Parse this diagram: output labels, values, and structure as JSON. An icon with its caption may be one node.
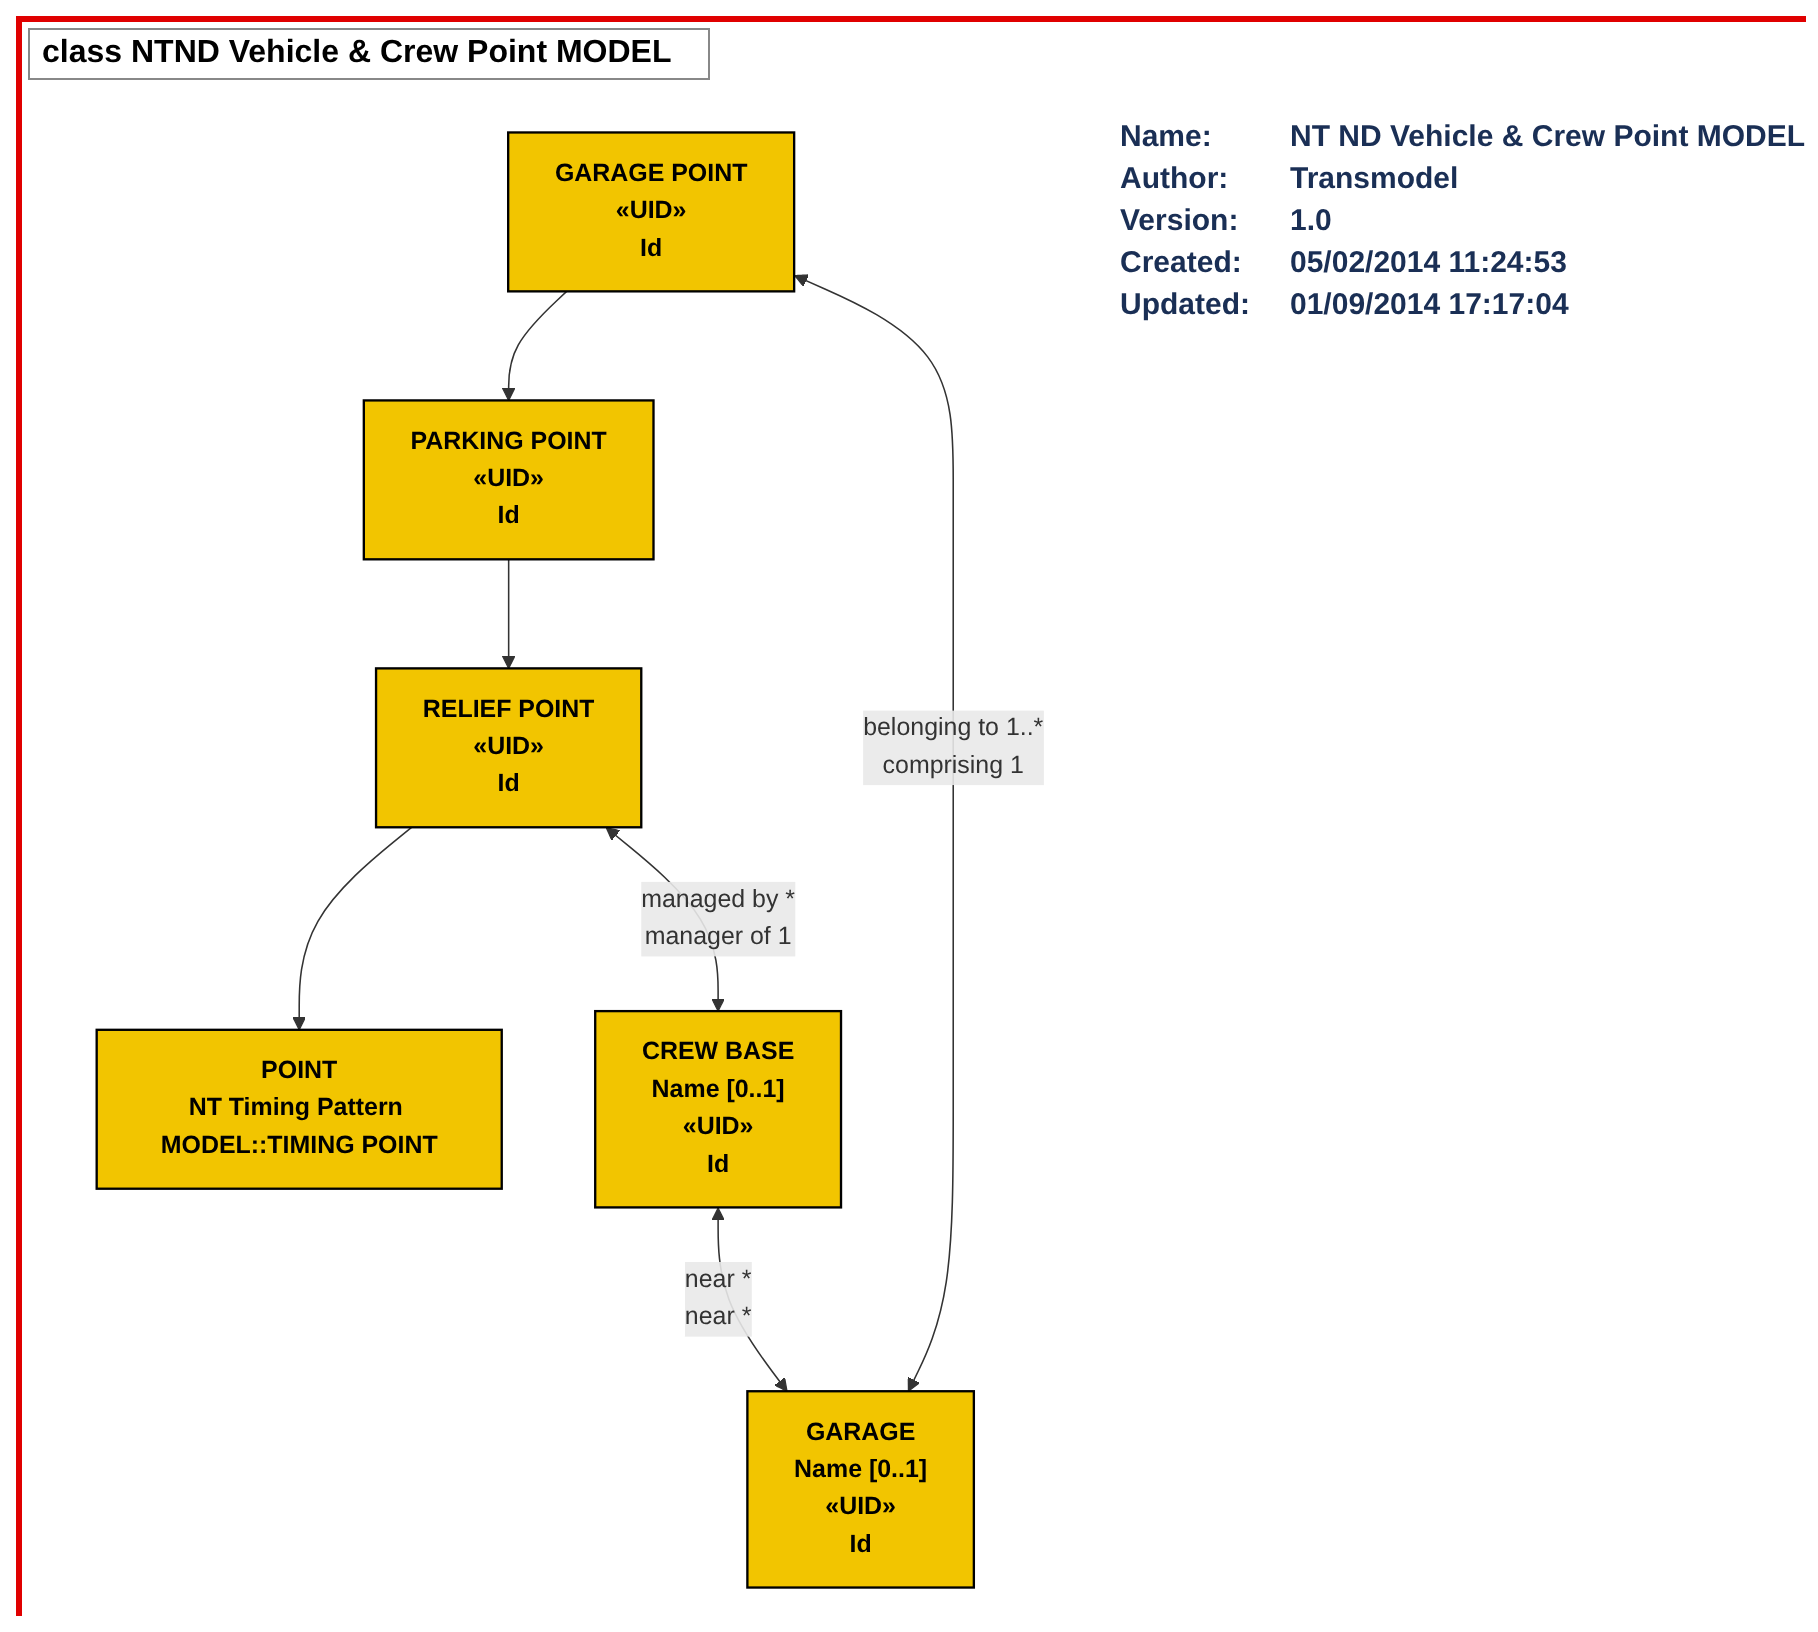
{
  "diagram": {
    "title": "class NTND Vehicle & Crew Point MODEL",
    "nodes": [
      {
        "text": [
          "POINT",
          "NT Timing Pattern MODEL::TIMING POINT"
        ]
      },
      {
        "text": [
          "RELIEF POINT",
          "«UID»",
          "Id"
        ]
      },
      {
        "text": [
          "CREW BASE",
          "Name [0..1]",
          "«UID»",
          "Id"
        ]
      },
      {
        "text": [
          "PARKING POINT",
          "«UID»",
          "Id"
        ]
      },
      {
        "text": [
          "GARAGE POINT",
          "«UID»",
          "Id"
        ]
      },
      {
        "text": [
          "GARAGE",
          "Name [0..1]",
          "«UID»",
          "Id"
        ]
      }
    ],
    "edges": [
      {
        "from": 1,
        "to": 0,
        "arrow": "to"
      },
      {
        "from": 3,
        "to": 1,
        "arrow": "to"
      },
      {
        "from": 4,
        "to": 3,
        "arrow": "to"
      },
      {
        "from": 1,
        "to": 2,
        "arrow": "both"
      },
      {
        "from": 2,
        "to": 5,
        "arrow": "both"
      },
      {
        "from": 4,
        "to": 5,
        "arrow": "both"
      }
    ],
    "labels": [
      "managed by",
      "*",
      "manager of",
      "1",
      "near",
      "*",
      "near",
      "*",
      "belonging to",
      "1..*",
      "comprising",
      "1",
      "Name:",
      "NT ND Vehicle & Crew Point MODEL",
      "Author:",
      "Transmodel",
      "Version:",
      "1.0",
      "Created:",
      "05/02/2014 11:24:53",
      "Updated:",
      "01/09/2014 17:17:04"
    ]
  }
}
